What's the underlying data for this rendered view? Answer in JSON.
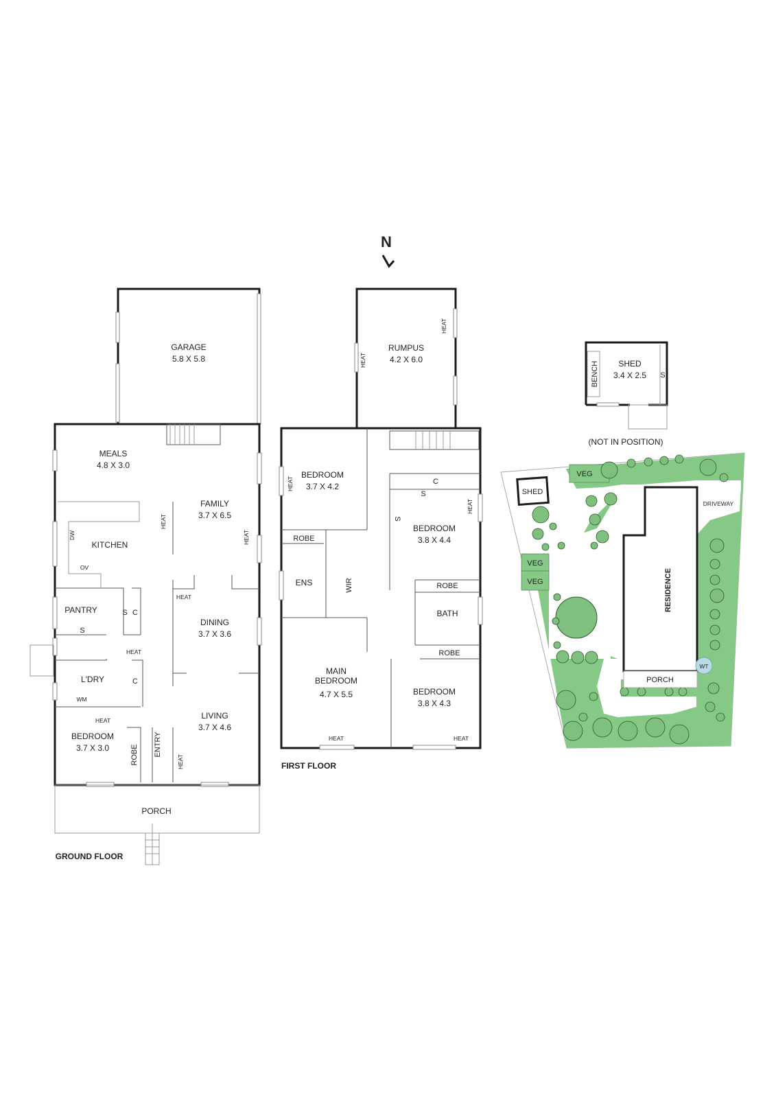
{
  "compass": {
    "label": "N"
  },
  "ground_floor": {
    "title": "GROUND FLOOR",
    "rooms": [
      {
        "name": "GARAGE",
        "size": "5.8 X 5.8"
      },
      {
        "name": "MEALS",
        "size": "4.8 X 3.0"
      },
      {
        "name": "FAMILY",
        "size": "3.7 X 6.5"
      },
      {
        "name": "KITCHEN",
        "size": ""
      },
      {
        "name": "DINING",
        "size": "3.7 X 3.6"
      },
      {
        "name": "PANTRY",
        "size": ""
      },
      {
        "name": "L'DRY",
        "size": ""
      },
      {
        "name": "LIVING",
        "size": "3.7 X 4.6"
      },
      {
        "name": "BEDROOM",
        "size": "3.7 X 3.0"
      },
      {
        "name": "PORCH",
        "size": ""
      }
    ],
    "fixtures": {
      "dw": "DW",
      "ov": "OV",
      "s": "S",
      "c": "C",
      "wm": "WM",
      "heat": "HEAT",
      "robe": "ROBE",
      "entry": "ENTRY"
    }
  },
  "first_floor": {
    "title": "FIRST FLOOR",
    "rooms": [
      {
        "name": "RUMPUS",
        "size": "4.2 X 6.0"
      },
      {
        "name": "BEDROOM",
        "size": "3.7 X 4.2"
      },
      {
        "name": "BEDROOM",
        "size": "3.8 X 4.4"
      },
      {
        "name": "ENS",
        "size": ""
      },
      {
        "name": "WIR",
        "size": ""
      },
      {
        "name": "BATH",
        "size": ""
      },
      {
        "name": "MAIN BEDROOM",
        "line1": "MAIN",
        "line2": "BEDROOM",
        "size": "4.7 X 5.5"
      },
      {
        "name": "BEDROOM",
        "size": "3.8 X 4.3"
      }
    ],
    "fixtures": {
      "robe": "ROBE",
      "heat": "HEAT",
      "s": "S",
      "c": "C"
    }
  },
  "shed": {
    "name": "SHED",
    "size": "3.4 X 2.5",
    "bench": "BENCH",
    "s": "S",
    "note": "(NOT IN POSITION)"
  },
  "site_plan": {
    "labels": {
      "shed": "SHED",
      "veg1": "VEG",
      "veg2": "VEG",
      "veg3": "VEG",
      "driveway": "DRIVEWAY",
      "residence": "RESIDENCE",
      "porch": "PORCH",
      "water_tank": "WT"
    },
    "colors": {
      "garden": "#86c986",
      "water_tank": "#b8dce6"
    }
  }
}
